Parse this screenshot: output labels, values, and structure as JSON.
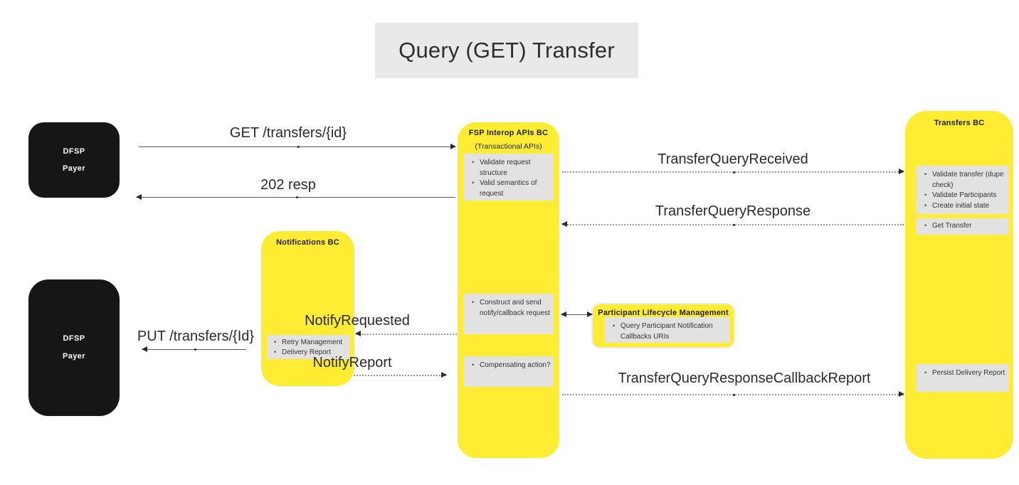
{
  "title": "Query (GET) Transfer",
  "actors": {
    "payer_top": {
      "line1": "DFSP",
      "line2": "Payer"
    },
    "payer_bottom": {
      "line1": "DFSP",
      "line2": "Payer"
    }
  },
  "components": {
    "notifications": {
      "title": "Notifications BC",
      "tasks": [
        "Retry Management",
        "Delivery Report"
      ]
    },
    "fsp_interop": {
      "title": "FSP Interop APIs BC",
      "subtitle": "(Transactional APIs)",
      "validate_tasks": [
        "Validate request structure",
        "Valid semantics of request"
      ],
      "notify_tasks": [
        "Construct and send notify/callback request"
      ],
      "compensate_tasks": [
        "Compensating action?"
      ]
    },
    "participant_lifecycle": {
      "title": "Participant Lifecycle Management",
      "tasks": [
        "Query Participant Notification Callbacks URIs"
      ]
    },
    "transfers": {
      "title": "Transfers BC",
      "validate_tasks": [
        "Validate transfer (dupe check)",
        "Validate Participants",
        "Create initial state"
      ],
      "get_tasks": [
        "Get Transfer"
      ],
      "persist_tasks": [
        "Persist Delivery Report"
      ]
    }
  },
  "messages": {
    "get_transfers": "GET /transfers/{id}",
    "resp_202": "202 resp",
    "transfer_query_received": "TransferQueryReceived",
    "transfer_query_response": "TransferQueryResponse",
    "notify_requested": "NotifyRequested",
    "put_transfers": "PUT /transfers/{Id}",
    "notify_report": "NotifyReport",
    "transfer_query_response_callback_report": "TransferQueryResponseCallbackReport"
  },
  "colors": {
    "component_yellow": "#ffec33",
    "task_gray": "#e2e2e2",
    "actor_black": "#161616",
    "title_bg": "#e9e9e9"
  }
}
